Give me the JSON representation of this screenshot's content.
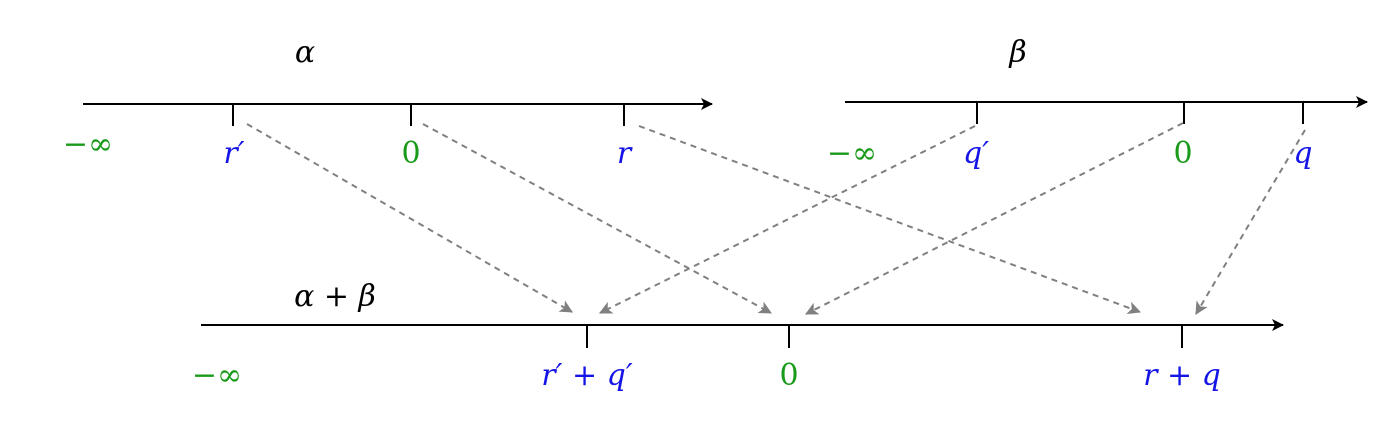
{
  "colors": {
    "axis": "#000000",
    "blue": "#1414e6",
    "green": "#1a9a1a",
    "arrow": "#808080"
  },
  "top_left_line": {
    "title": "α",
    "neg_infinity": "−∞",
    "ticks": [
      "r′",
      "0",
      "r"
    ]
  },
  "top_right_line": {
    "title": "β",
    "neg_infinity": "−∞",
    "ticks": [
      "q′",
      "0",
      "q"
    ]
  },
  "bottom_line": {
    "title": "α + β",
    "neg_infinity": "−∞",
    "ticks": [
      "r′ + q′",
      "0",
      "r + q"
    ]
  }
}
